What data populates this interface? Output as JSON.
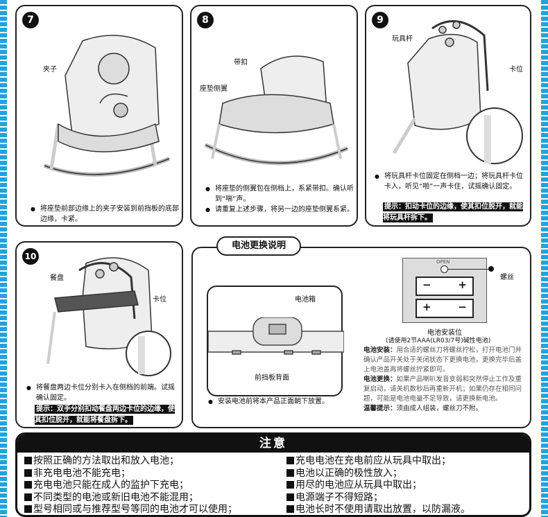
{
  "steps": [
    {
      "number": "7",
      "labels": {
        "clip": "夹子"
      },
      "bullets": [
        "将座垫前部边缘上的夹子安装到前挡板的底部边缘，卡紧。"
      ]
    },
    {
      "number": "8",
      "labels": {
        "buckle": "带扣",
        "wing": "座垫侧翼"
      },
      "bullets": [
        "将座垫的侧翼包在侧档上，系紧带扣。确认听到“喘”声。",
        "请重复上述步骤，将另一边的座垫侧翼系紧。"
      ]
    },
    {
      "number": "9",
      "labels": {
        "toy_bar": "玩具杆",
        "slot": "卡位"
      },
      "bullets": [
        "将玩具杆卡位固定在侧档一边；将玩具杆卡位卡入，听见“啪”一声卡住，试摇确认固定。"
      ],
      "tip": "提示：扣动卡位的边缘，使其扣位脱开，就能将玩具杆拆下。"
    },
    {
      "number": "10",
      "labels": {
        "tray": "餐盘",
        "slot": "卡位"
      },
      "bullets": [
        "将餐盘两边卡位分别卡入在侧档的前端。试摇确认固定。"
      ],
      "tip": "提示：双手分别扣动餐盘两边卡位的边缘，使其扣位脱开，就能将餐盘拆下。"
    }
  ],
  "battery": {
    "title": "电池更换说明",
    "box_label": "电池箱",
    "front_label": "前挡板背面",
    "screw_label": "螺丝",
    "open_mark": "OPEN",
    "plus": "+",
    "minus": "−",
    "position_label": "电池安装位",
    "position_note": "(请使用2节AAA(LR03/7号)碱性电池)",
    "bullet": "安装电池前将本产品正面朝下放置。",
    "install_title": "电池安装：",
    "install_text": "用合适的螺丝刀将螺丝拧松，打开电池门并确认产品开关处于关闭状态下更换电池，更换完毕后盖上电池盖再将螺丝拧紧即可。",
    "replace_title": "电池更换：",
    "replace_text": "如果产品喇叭发音变弱和突然停止工作及重复启动，请关机数秒后再重新开机；如果仍存在相同问题，可能是电池电量不足导致，请更换新电池。",
    "warm_title": "温馨提示：",
    "warm_text": "须由成人组装，螺丝刀不附。"
  },
  "notice": {
    "title": "注意",
    "left": [
      "按照正确的方法取出和放入电池；",
      "非充电电池不能充电；",
      "充电电池只能在成人的监护下充电；",
      "不同类型的电池或新旧电池不能混用；",
      "型号相同或与推荐型号等同的电池才可以使用；"
    ],
    "right": [
      "充电电池在充电前应从玩具中取出；",
      "电池以正确的极性放入；",
      "用尽的电池应从玩具中取出；",
      "电源端子不得短路；",
      "电池长时不使用请取出放置，以防漏液。"
    ]
  },
  "colors": {
    "stripe": "#1ea4e0",
    "ink": "#111111",
    "seat": "#eeeeee"
  }
}
